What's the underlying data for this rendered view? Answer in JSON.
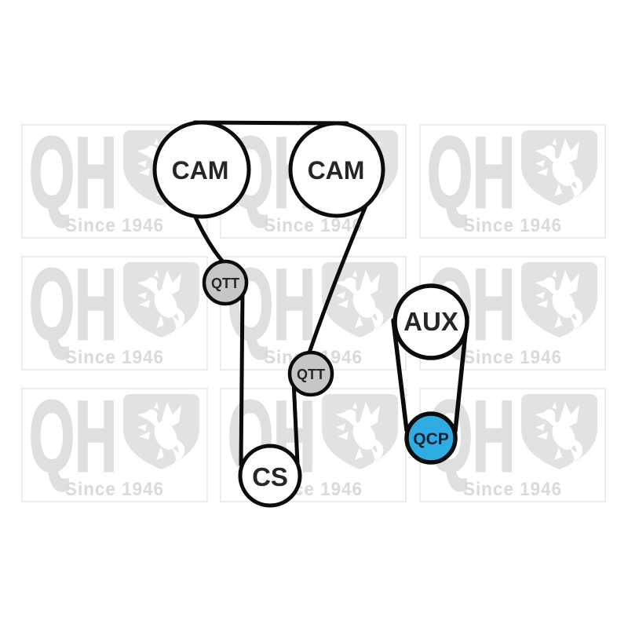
{
  "watermark": {
    "logo_text": "QH",
    "tagline": "Since 1946",
    "tile_count": 9,
    "text_color": "#dfdfe1",
    "shield_color": "#e2e2e4",
    "border_color": "#ececee"
  },
  "diagram": {
    "belt_color": "#0b0b0b",
    "pulleys": {
      "cam_left": {
        "label": "CAM",
        "fill": "#ffffff"
      },
      "cam_right": {
        "label": "CAM",
        "fill": "#ffffff"
      },
      "tensioner_upper": {
        "label": "QTT",
        "fill": "#c6c6c8"
      },
      "tensioner_lower": {
        "label": "QTT",
        "fill": "#c6c6c8"
      },
      "crankshaft": {
        "label": "CS",
        "fill": "#ffffff"
      },
      "auxiliary": {
        "label": "AUX",
        "fill": "#ffffff"
      },
      "water_pump": {
        "label": "QCP",
        "fill": "#2fade3"
      }
    }
  }
}
